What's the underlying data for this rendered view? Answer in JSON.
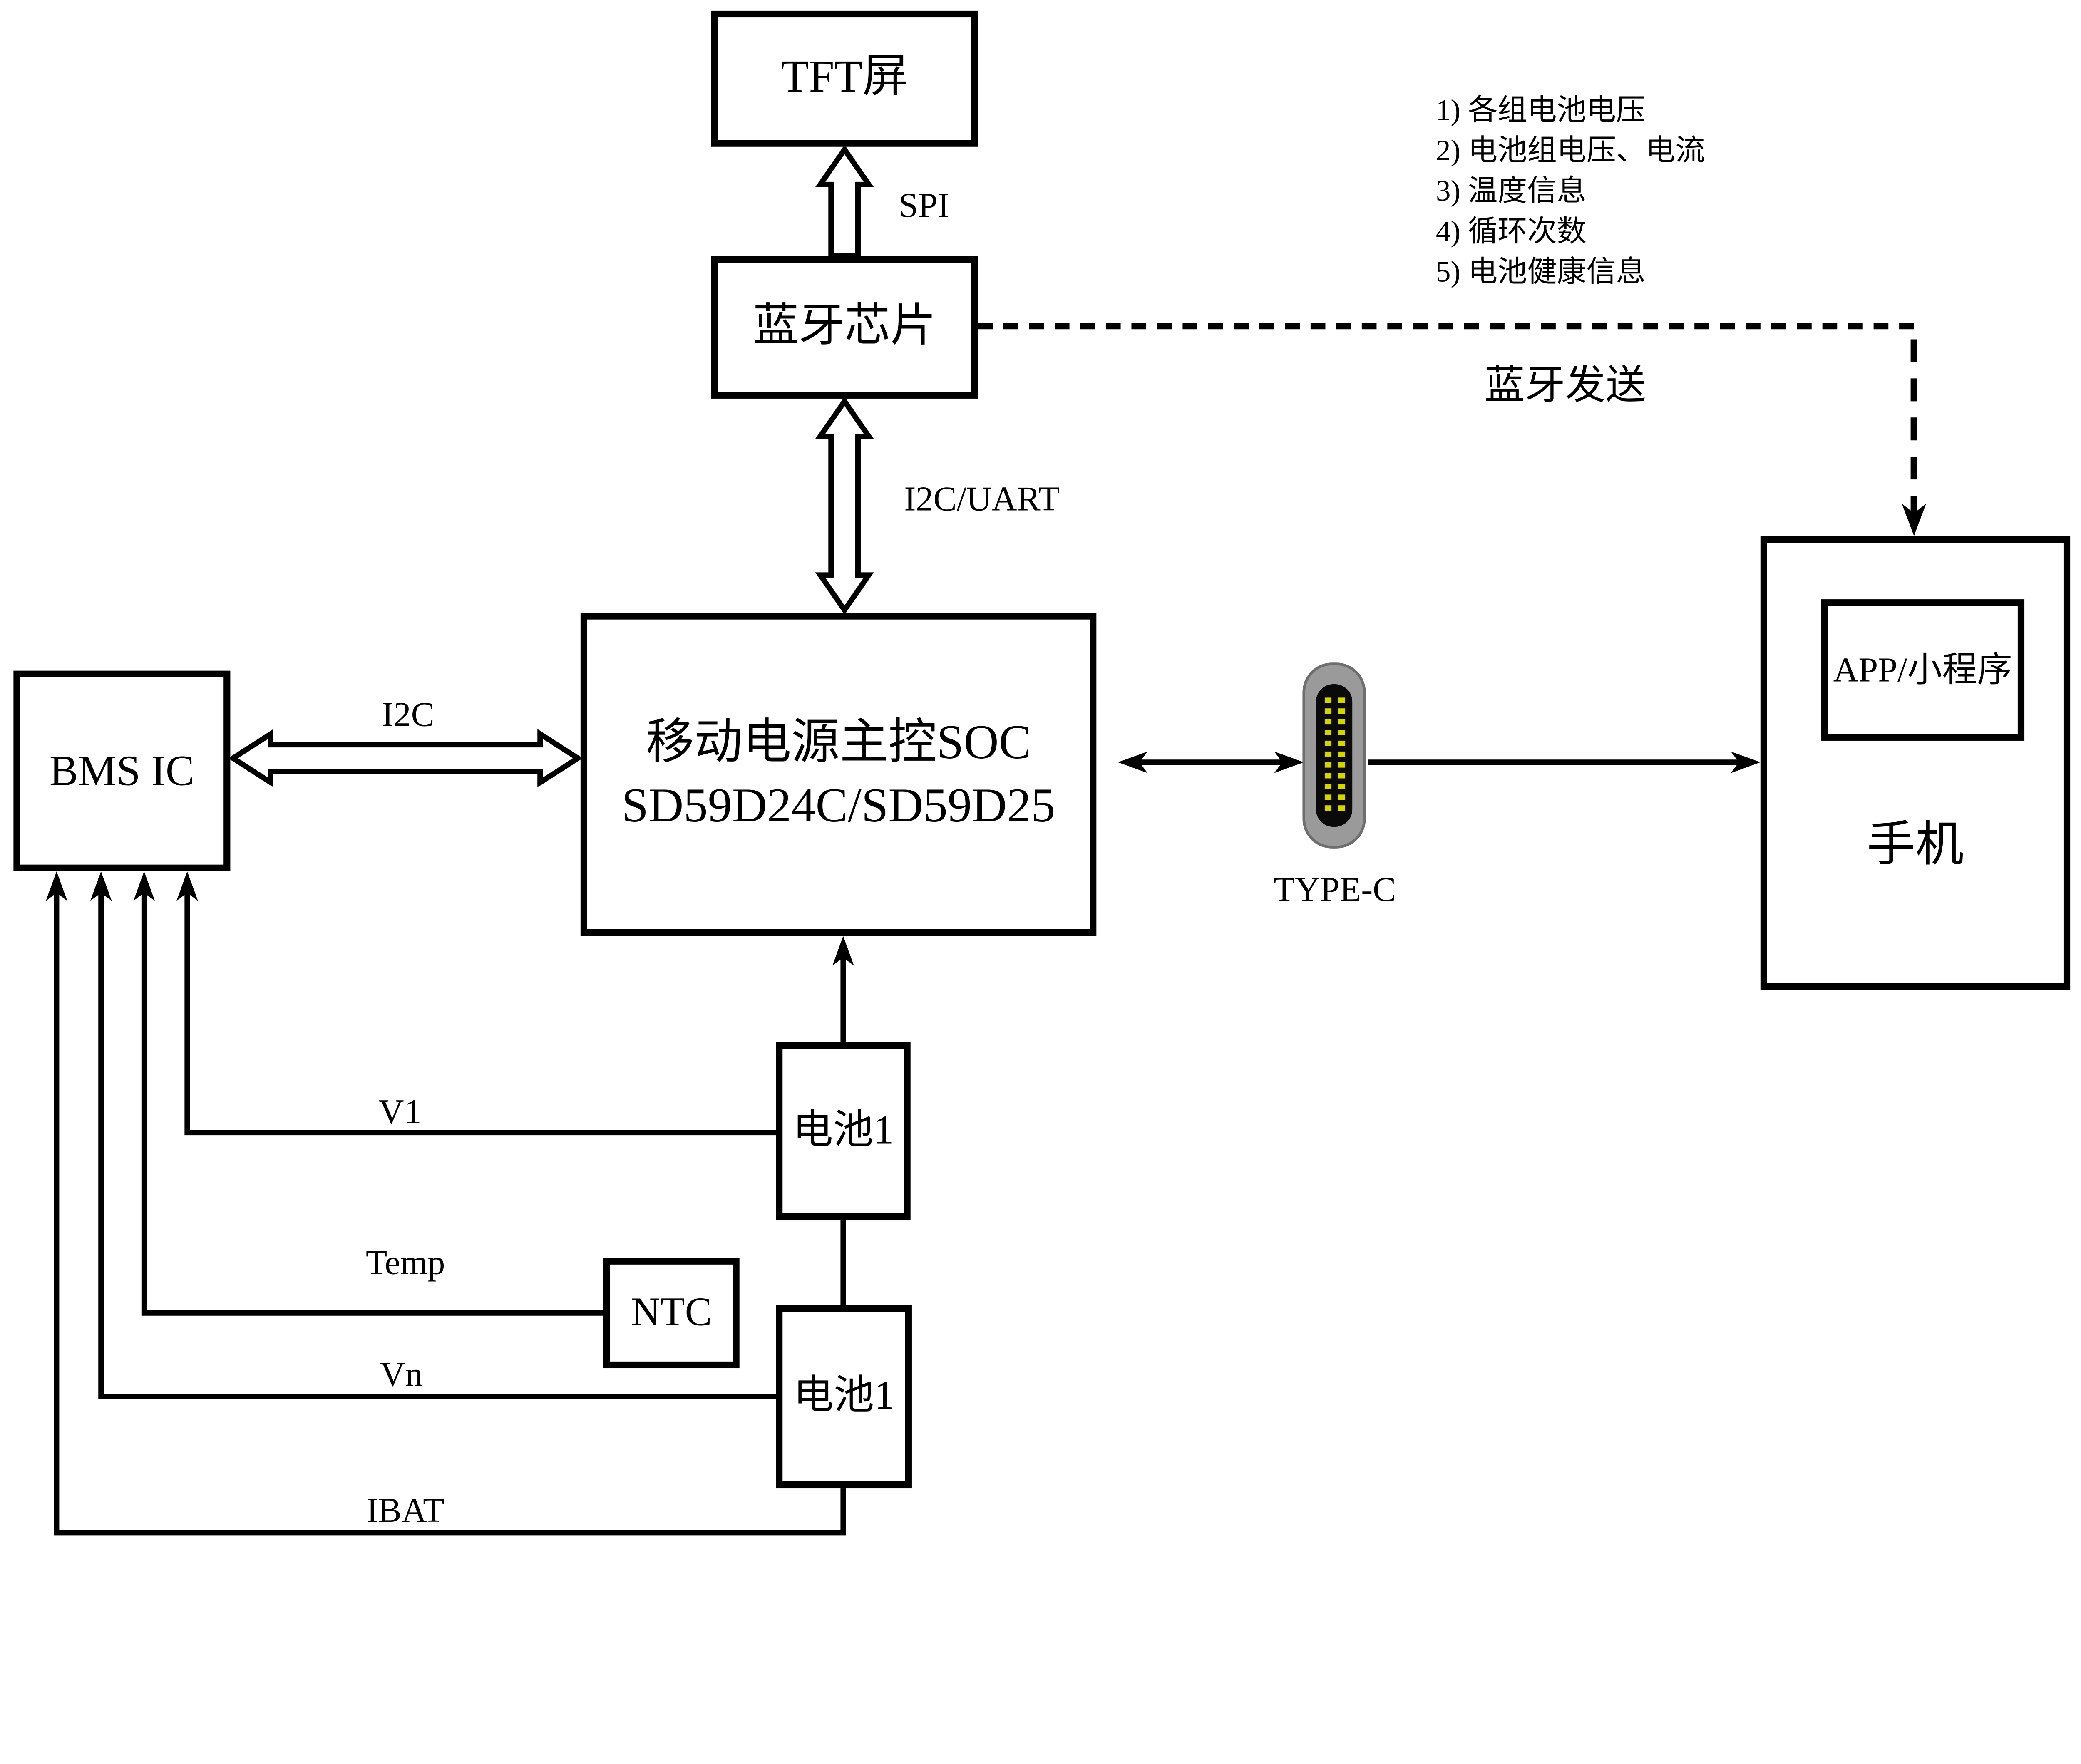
{
  "diagram": {
    "boxes": {
      "tft": "TFT屏",
      "bluetooth": "蓝牙芯片",
      "soc_line1": "移动电源主控SOC",
      "soc_line2": "SD59D24C/SD59D25",
      "bms": "BMS IC",
      "phone": "手机",
      "app": "APP/小程序",
      "battery1": "电池1",
      "battery2": "电池1",
      "ntc": "NTC"
    },
    "labels": {
      "spi": "SPI",
      "i2c_uart": "I2C/UART",
      "i2c": "I2C",
      "typec": "TYPE-C",
      "bt_send": "蓝牙发送",
      "v1": "V1",
      "temp": "Temp",
      "vn": "Vn",
      "ibat": "IBAT"
    },
    "info_list": [
      "1) 各组电池电压",
      "2) 电池组电压、电流",
      "3) 温度信息",
      "4) 循环次数",
      "5) 电池健康信息"
    ],
    "colors": {
      "line": "#000000",
      "background": "#ffffff",
      "typec_body": "#9a9a9a",
      "typec_edge": "#6e6e6e",
      "typec_slot": "#0a0a0a",
      "typec_pins": "#d4d400"
    }
  }
}
